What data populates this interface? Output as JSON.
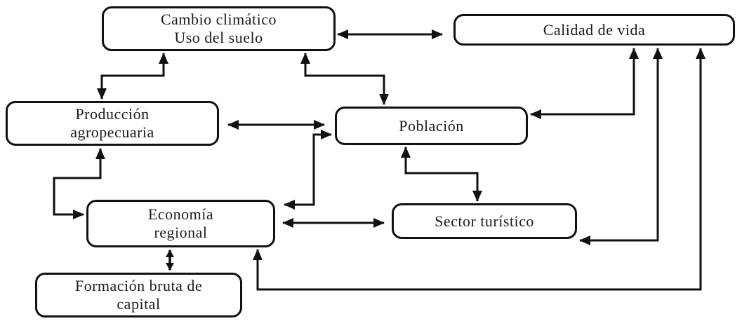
{
  "diagram": {
    "type": "causal-loop-diagram",
    "language": "es",
    "nodes": [
      {
        "id": "cambio-climatico",
        "lines": [
          "Cambio climático",
          "Uso del suelo"
        ]
      },
      {
        "id": "calidad-de-vida",
        "lines": [
          "Calidad de vida"
        ]
      },
      {
        "id": "produccion-agropecuaria",
        "lines": [
          "Producción",
          "agropecuaria"
        ]
      },
      {
        "id": "poblacion",
        "lines": [
          "Población"
        ]
      },
      {
        "id": "economia-regional",
        "lines": [
          "Economía",
          "regional"
        ]
      },
      {
        "id": "sector-turistico",
        "lines": [
          "Sector turístico"
        ]
      },
      {
        "id": "formacion-bruta-capital",
        "lines": [
          "Formación bruta de",
          "capital"
        ]
      }
    ],
    "edges": [
      {
        "from": "cambio-climatico",
        "to": "calidad-de-vida",
        "direction": "both"
      },
      {
        "from": "cambio-climatico",
        "to": "produccion-agropecuaria",
        "direction": "both"
      },
      {
        "from": "cambio-climatico",
        "to": "poblacion",
        "direction": "both"
      },
      {
        "from": "produccion-agropecuaria",
        "to": "poblacion",
        "direction": "both"
      },
      {
        "from": "produccion-agropecuaria",
        "to": "economia-regional",
        "direction": "both"
      },
      {
        "from": "poblacion",
        "to": "economia-regional",
        "direction": "both"
      },
      {
        "from": "poblacion",
        "to": "sector-turistico",
        "direction": "both"
      },
      {
        "from": "poblacion",
        "to": "calidad-de-vida",
        "direction": "both"
      },
      {
        "from": "economia-regional",
        "to": "sector-turistico",
        "direction": "both"
      },
      {
        "from": "economia-regional",
        "to": "formacion-bruta-capital",
        "direction": "both"
      },
      {
        "from": "economia-regional",
        "to": "calidad-de-vida",
        "direction": "both"
      },
      {
        "from": "sector-turistico",
        "to": "calidad-de-vida",
        "direction": "both"
      }
    ]
  },
  "colors": {
    "background": "#ffffff",
    "line": "#111111",
    "text": "#1c1c1c",
    "box_fill": "#ffffff"
  }
}
